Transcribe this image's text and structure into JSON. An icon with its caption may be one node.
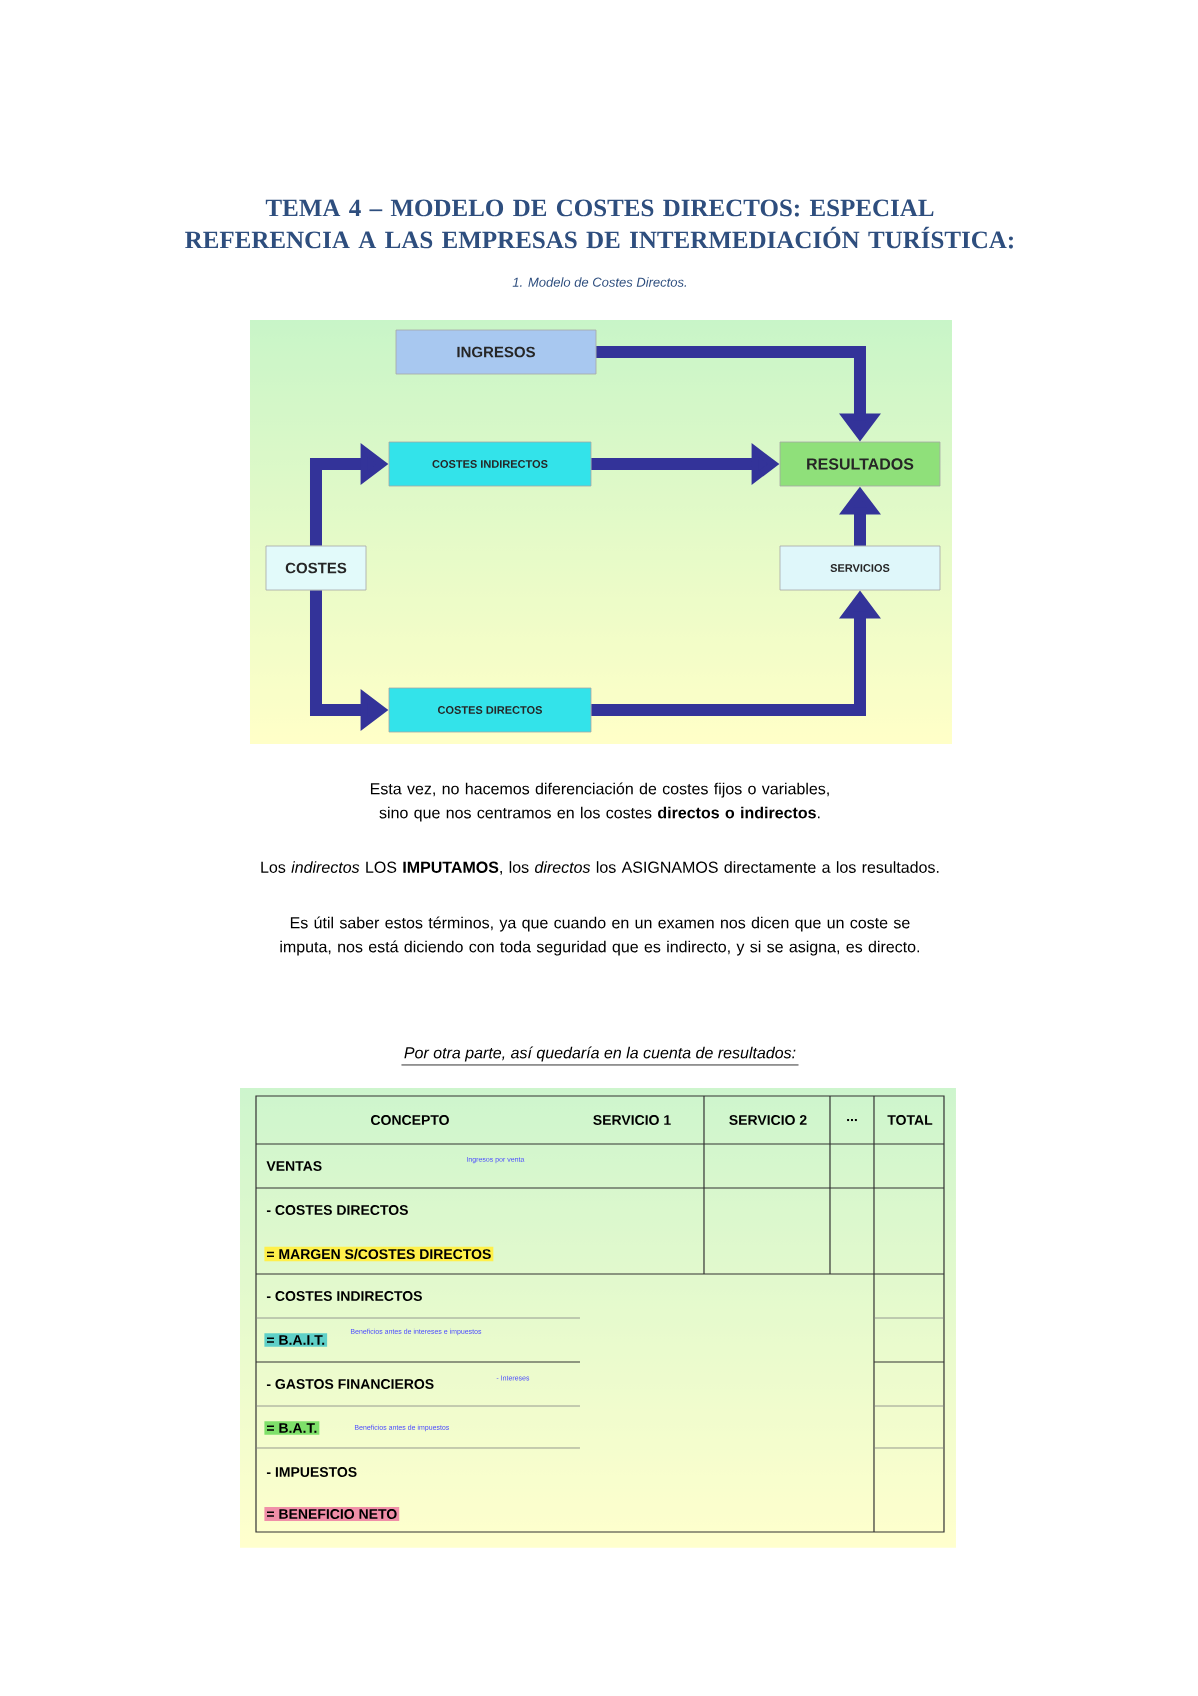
{
  "diagram": {
    "title": "TEMA 4 – MODELO DE COSTES DIRECTOS: ESPECIAL REFERENCIA A LAS EMPRESAS DE INTERMEDIACIÓN TURÍSTICA:",
    "nodes": [
      {
        "text": [
          "INGRESOS"
        ]
      },
      {
        "text": [
          "COSTES INDIRECTOS"
        ]
      },
      {
        "text": [
          "RESULTADOS"
        ]
      },
      {
        "text": [
          "COSTES"
        ]
      },
      {
        "text": [
          "SERVICIOS"
        ]
      },
      {
        "text": [
          "COSTES DIRECTOS"
        ]
      }
    ],
    "edges": [
      {
        "from": 0,
        "to": 2,
        "arrow": "to"
      },
      {
        "from": 3,
        "to": 1,
        "arrow": "to"
      },
      {
        "from": 1,
        "to": 2,
        "arrow": "to"
      },
      {
        "from": 3,
        "to": 5,
        "arrow": "to"
      },
      {
        "from": 5,
        "to": 4,
        "arrow": "to"
      },
      {
        "from": 4,
        "to": 2,
        "arrow": "to"
      }
    ],
    "labels": [
      "1. Modelo de Costes Directos.",
      "Esta vez, no hacemos diferenciación de costes fijos o variables, sino que nos centramos en los costes **directos o indirectos**.",
      "Los *indirectos* LOS **IMPUTAMOS**, los *directos* los ASIGNAMOS directamente a los resultados.",
      "Es útil saber estos términos, ya que cuando en un examen nos dicen que un coste se imputa, nos está diciendo con toda seguridad que es indirecto, y si se asigna, es directo.",
      "Por otra parte, así quedaría en la cuenta de resultados:",
      "CONCEPTO",
      "SERVICIO 1",
      "SERVICIO 2",
      "...",
      "TOTAL",
      "VENTAS",
      "Ingresos por venta",
      "- COSTES DIRECTOS",
      "= MARGEN S/COSTES DIRECTOS",
      "- COSTES INDIRECTOS",
      "= B.A.I.T.",
      "Beneficios antes de intereses e impuestos",
      "- GASTOS FINANCIEROS",
      "- Intereses",
      "= B.A.T.",
      "Beneficios antes de impuestos",
      "- IMPUESTOS",
      "= BENEFICIO NETO"
    ]
  }
}
